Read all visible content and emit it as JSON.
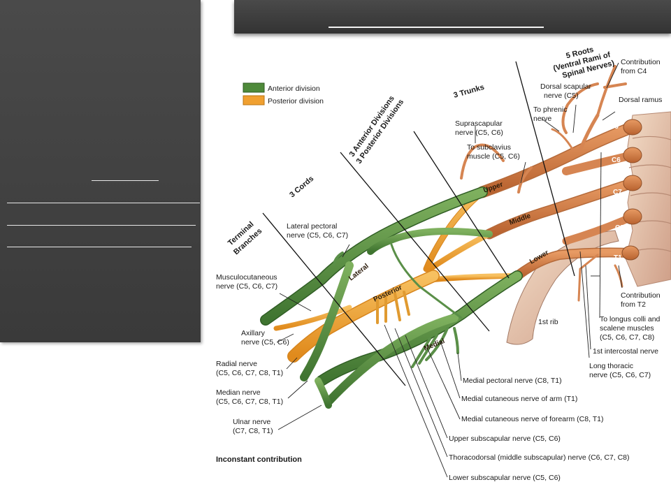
{
  "legend": {
    "anterior": "Anterior division",
    "posterior": "Posterior division",
    "anterior_color": "#4e8a3a",
    "posterior_color": "#f0a030"
  },
  "headers": {
    "roots_1": "5 Roots",
    "roots_2": "(Ventral Rami of",
    "roots_3": "Spinal Nerves)",
    "trunks": "3 Trunks",
    "divisions_1": "3 Anterior Divisions",
    "divisions_2": "3 Posterior Divisions",
    "cords": "3 Cords",
    "terminal_1": "Terminal",
    "terminal_2": "Branches"
  },
  "structures": {
    "upper": "Upper",
    "middle": "Middle",
    "lower": "Lower",
    "lateral": "Lateral",
    "posterior": "Posterior",
    "medial": "Medial",
    "c5": "C5",
    "c6": "C6",
    "c7": "C7",
    "c8": "C8",
    "t1": "T1",
    "first_rib": "1st rib"
  },
  "labels": {
    "contribution_c4_1": "Contribution",
    "contribution_c4_2": "from C4",
    "dorsal_scapular_1": "Dorsal scapular",
    "dorsal_scapular_2": "nerve (C5)",
    "dorsal_ramus": "Dorsal ramus",
    "to_phrenic_1": "To phrenic",
    "to_phrenic_2": "nerve",
    "suprascapular_1": "Suprascapular",
    "suprascapular_2": "nerve (C5, C6)",
    "subclavius_1": "To subclavius",
    "subclavius_2": "muscle (C5, C6)",
    "lateral_pectoral_1": "Lateral pectoral",
    "lateral_pectoral_2": "nerve (C5, C6, C7)",
    "musculocutaneous_1": "Musculocutaneous",
    "musculocutaneous_2": "nerve (C5, C6, C7)",
    "axillary_1": "Axillary",
    "axillary_2": "nerve (C5, C6)",
    "radial_1": "Radial nerve",
    "radial_2": "(C5, C6, C7, C8, T1)",
    "median_1": "Median nerve",
    "median_2": "(C5, C6, C7, C8, T1)",
    "ulnar_1": "Ulnar nerve",
    "ulnar_2": "(C7, C8, T1)",
    "contribution_t2_1": "Contribution",
    "contribution_t2_2": "from T2",
    "longus_1": "To longus colli and",
    "longus_2": "scalene muscles",
    "longus_3": "(C5, C6, C7, C8)",
    "first_intercostal": "1st intercostal nerve",
    "long_thoracic_1": "Long thoracic",
    "long_thoracic_2": "nerve (C5, C6, C7)",
    "medial_pectoral": "Medial pectoral nerve (C8, T1)",
    "medial_cut_arm": "Medial cutaneous nerve of arm (T1)",
    "medial_cut_forearm": "Medial cutaneous nerve of forearm (C8, T1)",
    "upper_subscapular": "Upper subscapular nerve (C5, C6)",
    "thoracodorsal": "Thoracodorsal (middle subscapular) nerve (C6, C7, C8)",
    "lower_subscapular": "Lower subscapular nerve (C5, C6)",
    "inconstant": "Inconstant contribution"
  }
}
